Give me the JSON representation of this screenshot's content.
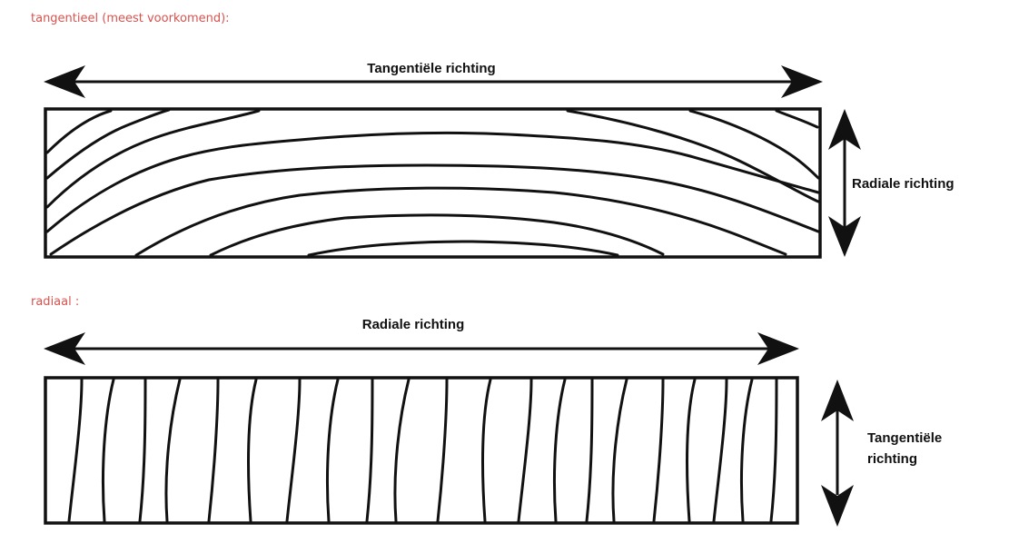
{
  "sections": [
    {
      "caption": "tangentieel (meest voorkomend):",
      "horizontal_label": "Tangentiële richting",
      "vertical_label": "Radiale richting"
    },
    {
      "caption": "radiaal :",
      "horizontal_label": "Radiale richting",
      "vertical_label_lines": [
        "Tangentiële",
        "richting"
      ]
    }
  ],
  "colors": {
    "caption": "#d9534f",
    "ink": "#111111"
  }
}
